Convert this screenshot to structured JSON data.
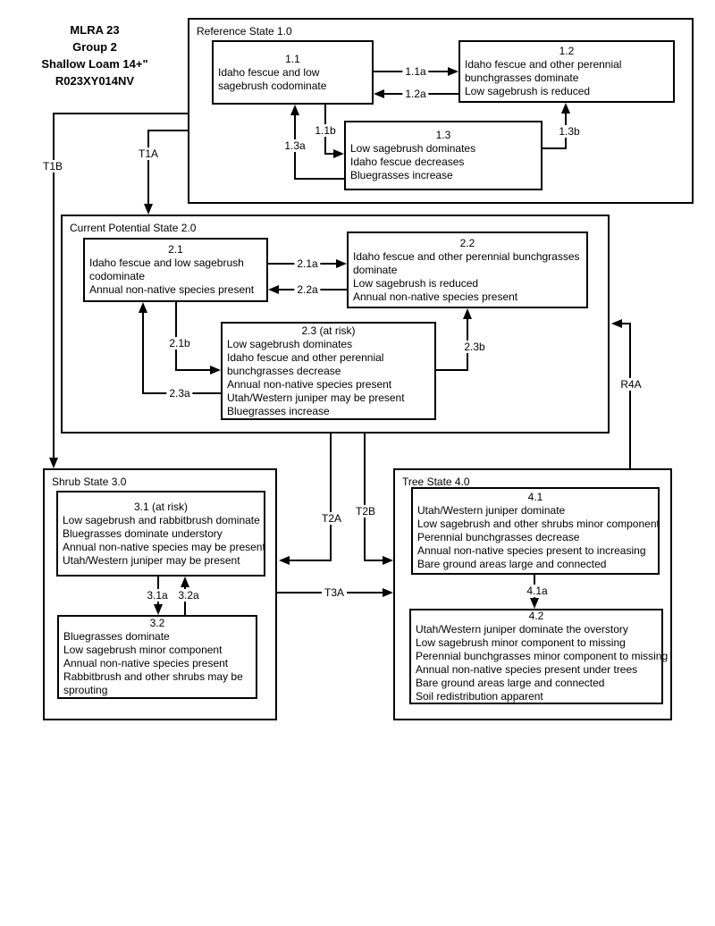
{
  "header": {
    "lines": [
      "MLRA 23",
      "Group 2",
      "Shallow Loam 14+\"",
      "R023XY014NV"
    ]
  },
  "states": {
    "reference": {
      "title": "Reference State 1.0",
      "boxes": {
        "b11": {
          "num": "1.1",
          "lines": [
            "Idaho fescue and low",
            "sagebrush codominate"
          ]
        },
        "b12": {
          "num": "1.2",
          "lines": [
            "Idaho fescue and other perennial",
            "bunchgrasses dominate",
            "Low sagebrush is reduced"
          ]
        },
        "b13": {
          "num": "1.3",
          "lines": [
            "Low sagebrush dominates",
            "Idaho fescue decreases",
            "Bluegrasses increase"
          ]
        }
      }
    },
    "current_potential": {
      "title": "Current Potential State 2.0",
      "boxes": {
        "b21": {
          "num": "2.1",
          "lines": [
            "Idaho fescue and low sagebrush",
            "codominate",
            "Annual non-native species present"
          ]
        },
        "b22": {
          "num": "2.2",
          "lines": [
            "Idaho fescue and other perennial bunchgrasses",
            "dominate",
            "Low sagebrush is reduced",
            "Annual non-native species present"
          ]
        },
        "b23": {
          "num": "2.3 (at risk)",
          "lines": [
            "Low sagebrush dominates",
            "Idaho fescue and other perennial",
            "bunchgrasses decrease",
            "Annual non-native species present",
            "Utah/Western juniper may be present",
            "Bluegrasses increase"
          ]
        }
      }
    },
    "shrub": {
      "title": "Shrub State 3.0",
      "boxes": {
        "b31": {
          "num": "3.1 (at risk)",
          "lines": [
            "Low sagebrush and rabbitbrush dominate",
            "Bluegrasses dominate understory",
            "Annual non-native species may be present",
            "Utah/Western juniper may be present"
          ]
        },
        "b32": {
          "num": "3.2",
          "lines": [
            "Bluegrasses dominate",
            "Low sagebrush minor component",
            "Annual non-native species present",
            "Rabbitbrush and other shrubs may be",
            "sprouting"
          ]
        }
      }
    },
    "tree": {
      "title": "Tree State 4.0",
      "boxes": {
        "b41": {
          "num": "4.1",
          "lines": [
            "Utah/Western juniper dominate",
            "Low sagebrush and other shrubs minor component",
            "Perennial bunchgrasses decrease",
            "Annual non-native species present to increasing",
            "Bare ground areas large and connected"
          ]
        },
        "b42": {
          "num": "4.2",
          "lines": [
            "Utah/Western juniper dominate the overstory",
            "Low sagebrush minor component to missing",
            "Perennial bunchgrasses minor component to missing",
            "Annual non-native species present under trees",
            "Bare ground areas large and connected",
            "Soil redistribution apparent"
          ]
        }
      }
    }
  },
  "transitions": {
    "p11a": "1.1a",
    "p12a": "1.2a",
    "p11b": "1.1b",
    "p13a": "1.3a",
    "p13b": "1.3b",
    "p21a": "2.1a",
    "p22a": "2.2a",
    "p21b": "2.1b",
    "p23a": "2.3a",
    "p23b": "2.3b",
    "p31a": "3.1a",
    "p32a": "3.2a",
    "p41a": "4.1a",
    "t1a": "T1A",
    "t1b": "T1B",
    "t2a": "T2A",
    "t2b": "T2B",
    "t3a": "T3A",
    "r4a": "R4A"
  },
  "colors": {
    "line": "#000000",
    "background": "#ffffff"
  }
}
